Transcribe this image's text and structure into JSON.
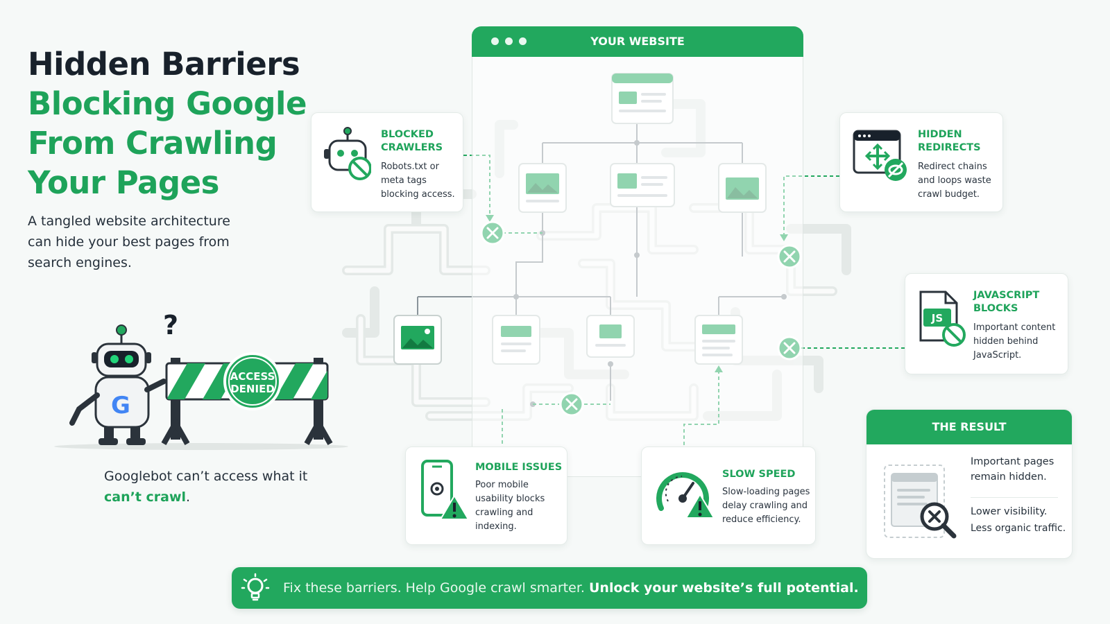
{
  "hero": {
    "title_line1": "Hidden Barriers",
    "title_line2": "Blocking Google",
    "title_line3": "From Crawling",
    "title_line4": "Your Pages",
    "intro": "A tangled website architecture can hide your best pages from search engines.",
    "caption_prefix": "Googlebot can’t access what it ",
    "caption_highlight": "can’t crawl",
    "caption_suffix": "."
  },
  "robot": {
    "question_mark": "?",
    "logo_letter": "G",
    "sign_line1": "ACCESS",
    "sign_line2": "DENIED"
  },
  "browser": {
    "title": "YOUR WEBSITE"
  },
  "barriers": {
    "blocked_crawlers": {
      "title": "BLOCKED CRAWLERS",
      "text": "Robots.txt or meta tags blocking access."
    },
    "hidden_redirects": {
      "title": "HIDDEN REDIRECTS",
      "text": "Redirect chains and loops waste crawl budget."
    },
    "javascript_blocks": {
      "title": "JAVASCRIPT BLOCKS",
      "text": "Important content hidden behind JavaScript.",
      "icon_label": "JS"
    },
    "mobile_issues": {
      "title": "MOBILE ISSUES",
      "text": "Poor mobile usability blocks crawling and indexing."
    },
    "slow_speed": {
      "title": "SLOW SPEED",
      "text": "Slow-loading pages delay crawling and reduce efficiency."
    }
  },
  "result": {
    "title": "THE RESULT",
    "line1": "Important pages remain hidden.",
    "line2": "Lower visibility.",
    "line3": "Less organic traffic."
  },
  "banner": {
    "text_normal": "Fix these barriers. Help Google crawl smarter. ",
    "text_bold": "Unlock your website’s full potential."
  },
  "colors": {
    "accent": "#22a85e",
    "accent_text": "#1ea35a",
    "dark": "#18212b",
    "warning": "#1ea35a"
  }
}
